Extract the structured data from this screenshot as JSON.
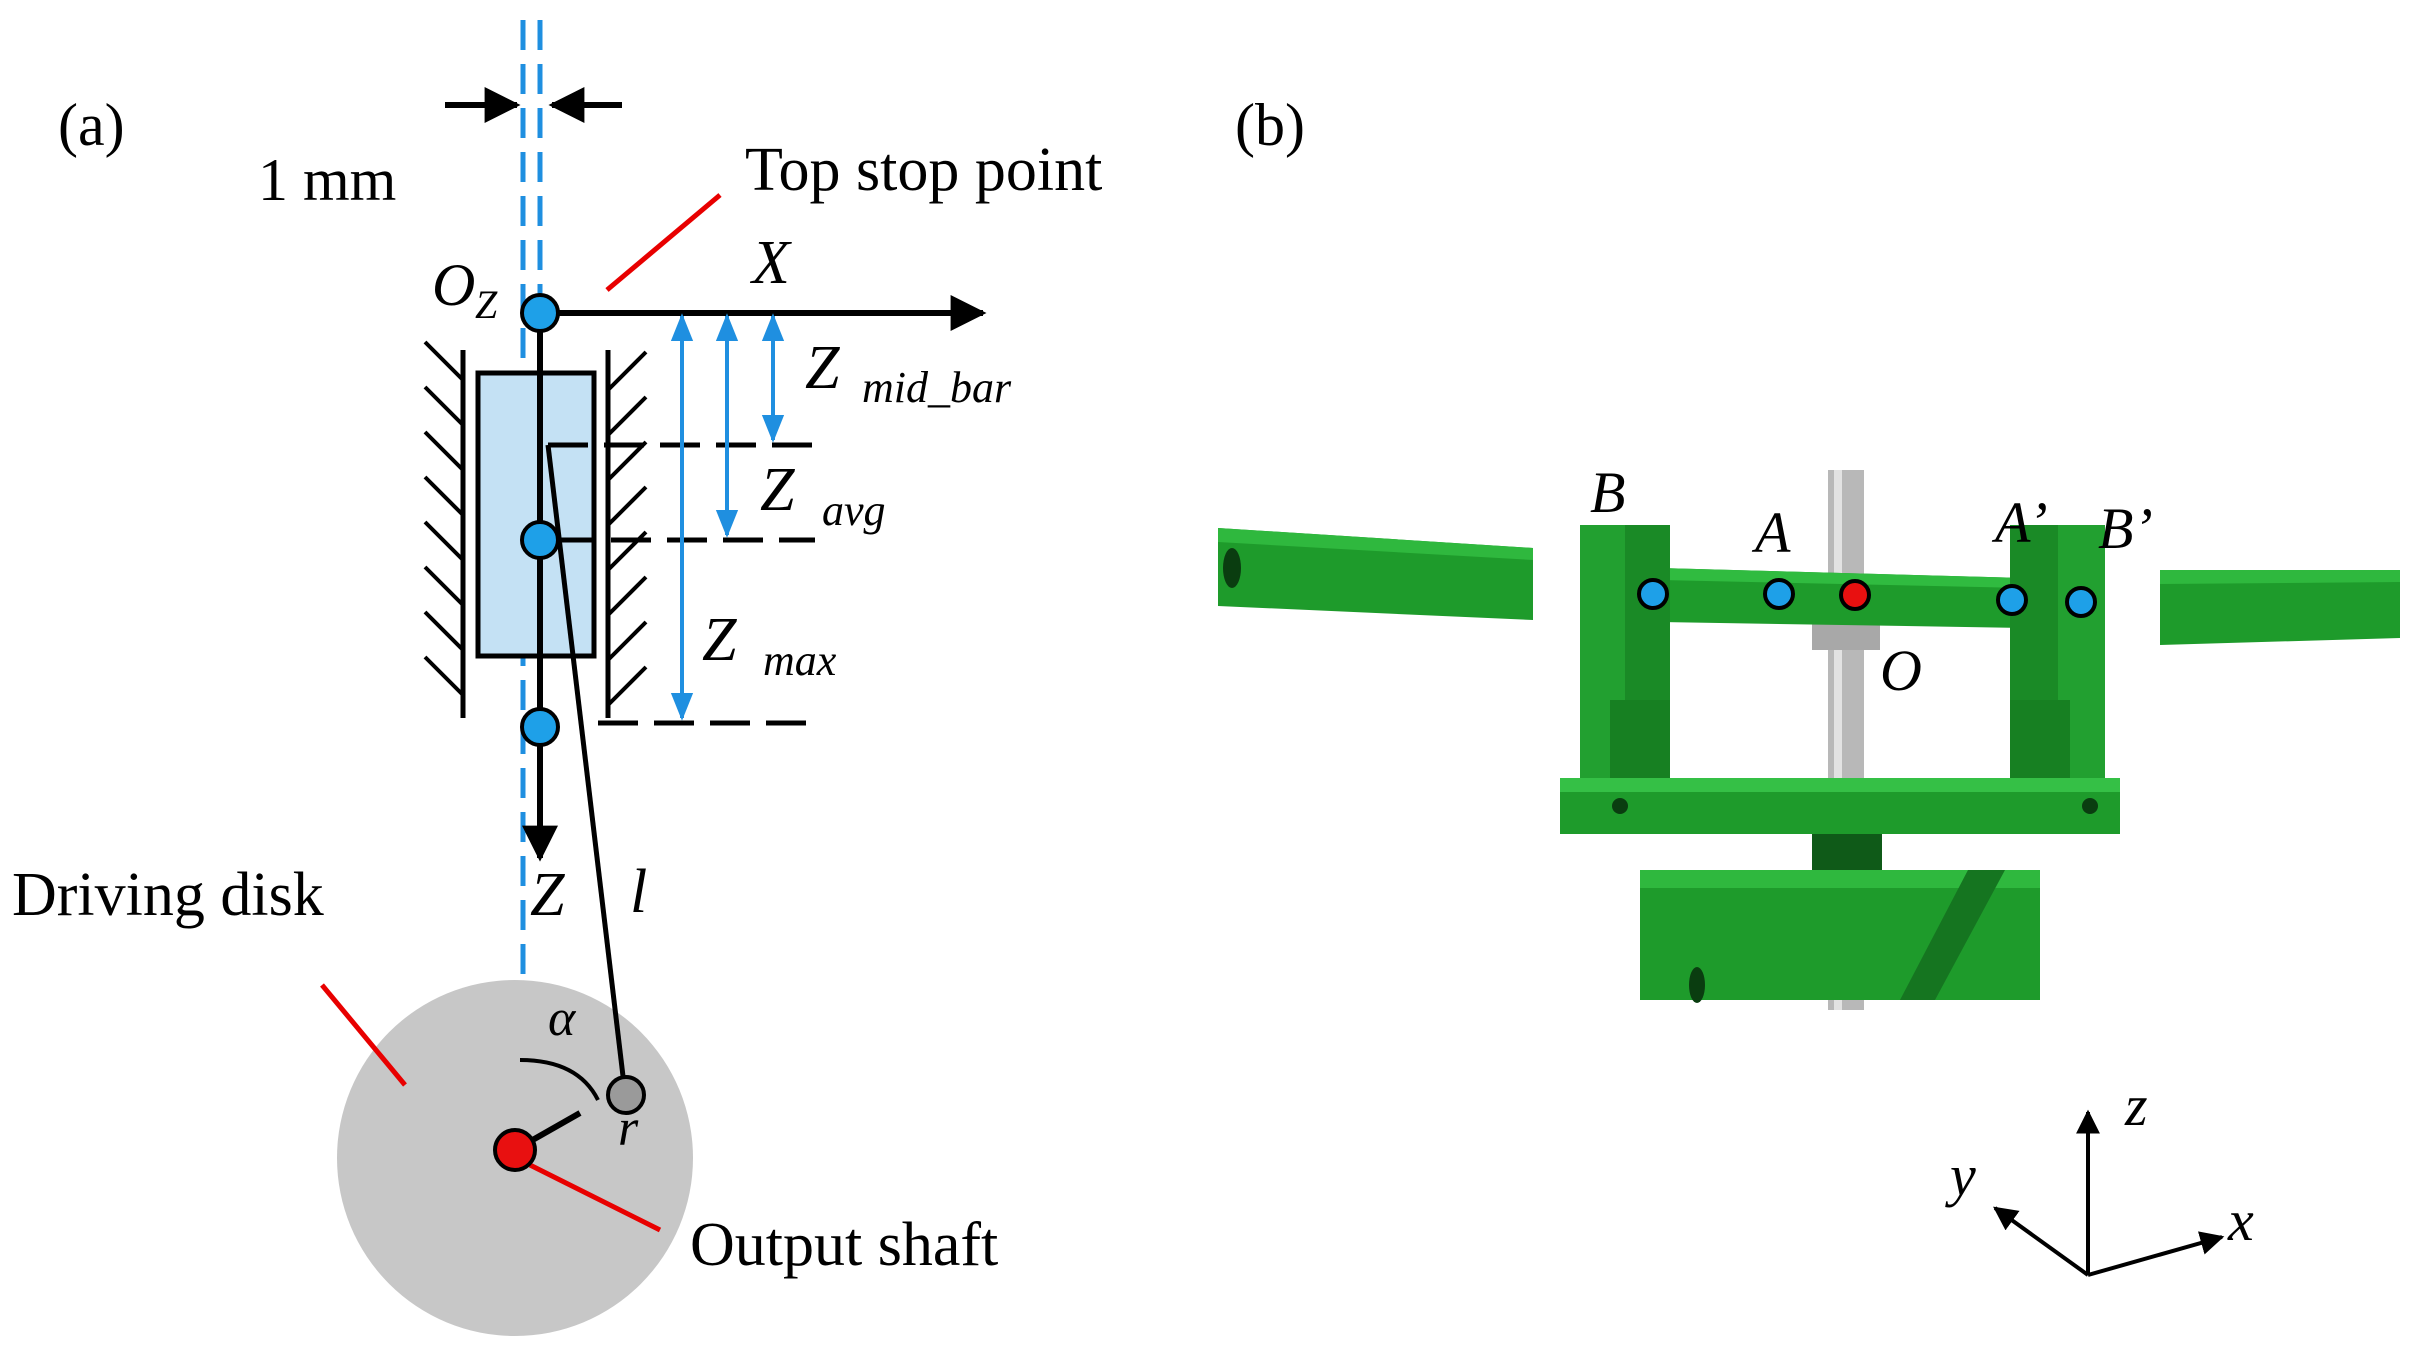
{
  "panel_a": {
    "label": "(a)",
    "width_label": "1 mm",
    "top_stop_label": "Top stop point",
    "origin_label": "O",
    "origin_sub": "Z",
    "x_axis_label": "X",
    "z_axis_label": "Z",
    "rod_label": "l",
    "z_mid_bar_label": "Z",
    "z_mid_bar_sub": "mid_bar",
    "z_avg_label": "Z",
    "z_avg_sub": "avg",
    "z_max_label": "Z",
    "z_max_sub": "max",
    "disk_label": "Driving disk",
    "shaft_label": "Output shaft",
    "alpha_label": "α",
    "radius_label": "r"
  },
  "panel_b": {
    "label": "(b)",
    "point_b": "B",
    "point_a": "A",
    "point_a_prime": "A’",
    "point_b_prime": "B’",
    "point_o": "O",
    "axis_z": "z",
    "axis_y": "y",
    "axis_x": "x"
  },
  "colors": {
    "dashed_line": "#1f8fe0",
    "joint_fill": "#1ea0e8",
    "shaft_fill": "#e81010",
    "slider_fill": "#c4e1f4",
    "disk_fill": "#c7c7c7",
    "leader_line": "#e80000",
    "model_green": "#1e9b2b"
  }
}
